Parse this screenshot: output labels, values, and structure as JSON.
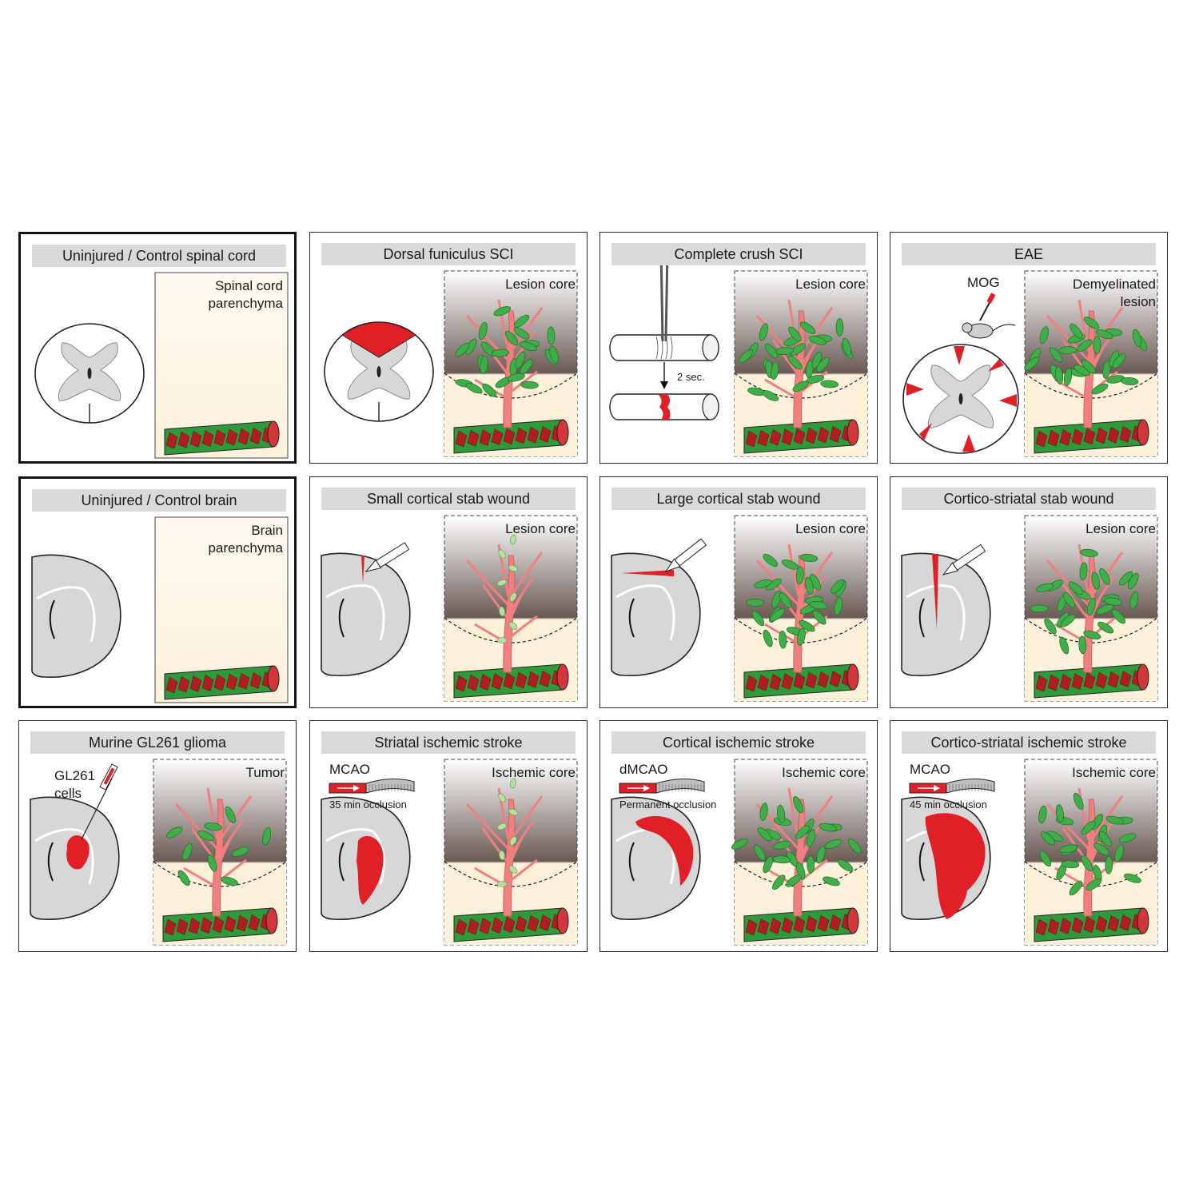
{
  "panels": [
    {
      "id": "spinal-control",
      "title": "Uninjured / Control spinal cord",
      "label": "Spinal cord\nparenchyma",
      "tissue": "spinal",
      "inset": "control",
      "highlight": true,
      "model": "none"
    },
    {
      "id": "dorsal-funiculus",
      "title": "Dorsal funiculus SCI",
      "label": "Lesion core",
      "tissue": "spinal",
      "inset": "lesion",
      "highlight": false,
      "model": "dorsal"
    },
    {
      "id": "complete-crush",
      "title": "Complete crush SCI",
      "label": "Lesion core",
      "tissue": "crush",
      "inset": "lesion",
      "highlight": false,
      "model": "crush",
      "duration": "2 sec."
    },
    {
      "id": "eae",
      "title": "EAE",
      "label": "Demyelinated\nlesion",
      "tissue": "eae",
      "inset": "lesion",
      "highlight": false,
      "model": "eae",
      "agent": "MOG"
    },
    {
      "id": "brain-control",
      "title": "Uninjured / Control brain",
      "label": "Brain\nparenchyma",
      "tissue": "brain",
      "inset": "control",
      "highlight": true,
      "model": "none"
    },
    {
      "id": "small-stab",
      "title": "Small cortical stab wound",
      "label": "Lesion core",
      "tissue": "brain",
      "inset": "sparse",
      "highlight": false,
      "model": "small-stab"
    },
    {
      "id": "large-stab",
      "title": "Large cortical stab wound",
      "label": "Lesion core",
      "tissue": "brain",
      "inset": "lesion",
      "highlight": false,
      "model": "large-stab"
    },
    {
      "id": "cortico-striatal-stab",
      "title": "Cortico-striatal stab wound",
      "label": "Lesion core",
      "tissue": "brain",
      "inset": "lesion",
      "highlight": false,
      "model": "deep-stab"
    },
    {
      "id": "glioma",
      "title": "Murine GL261 glioma",
      "label": "Tumor",
      "tissue": "brain",
      "inset": "tumor",
      "highlight": false,
      "model": "glioma",
      "agent": "GL261\ncells"
    },
    {
      "id": "striatal-stroke",
      "title": "Striatal ischemic stroke",
      "label": "Ischemic core",
      "tissue": "brain",
      "inset": "stroke",
      "highlight": false,
      "model": "striatal",
      "agent": "MCAO",
      "occlusion": "35 min occlusion"
    },
    {
      "id": "cortical-stroke",
      "title": "Cortical ischemic stroke",
      "label": "Ischemic core",
      "tissue": "brain",
      "inset": "lesion",
      "highlight": false,
      "model": "cortical",
      "agent": "dMCAO",
      "occlusion": "Permanent occlusion"
    },
    {
      "id": "cortico-striatal-stroke",
      "title": "Cortico-striatal ischemic stroke",
      "label": "Ischemic core",
      "tissue": "brain",
      "inset": "lesion",
      "highlight": false,
      "model": "cortico-striatal",
      "agent": "MCAO",
      "occlusion": "45 min occlusion"
    }
  ],
  "colors": {
    "lesion_red": "#e01f26",
    "vessel_red": "#b01e23",
    "vessel_green": "#2f9a3a",
    "leaf_green": "#3fae49",
    "branch_pink": "#f07f80",
    "tissue_gray": "#d7d7d7",
    "parenchyma_cream": "#fdf1dc",
    "lesion_dark": "#6b5a55",
    "title_gray": "#d9d9d9"
  }
}
